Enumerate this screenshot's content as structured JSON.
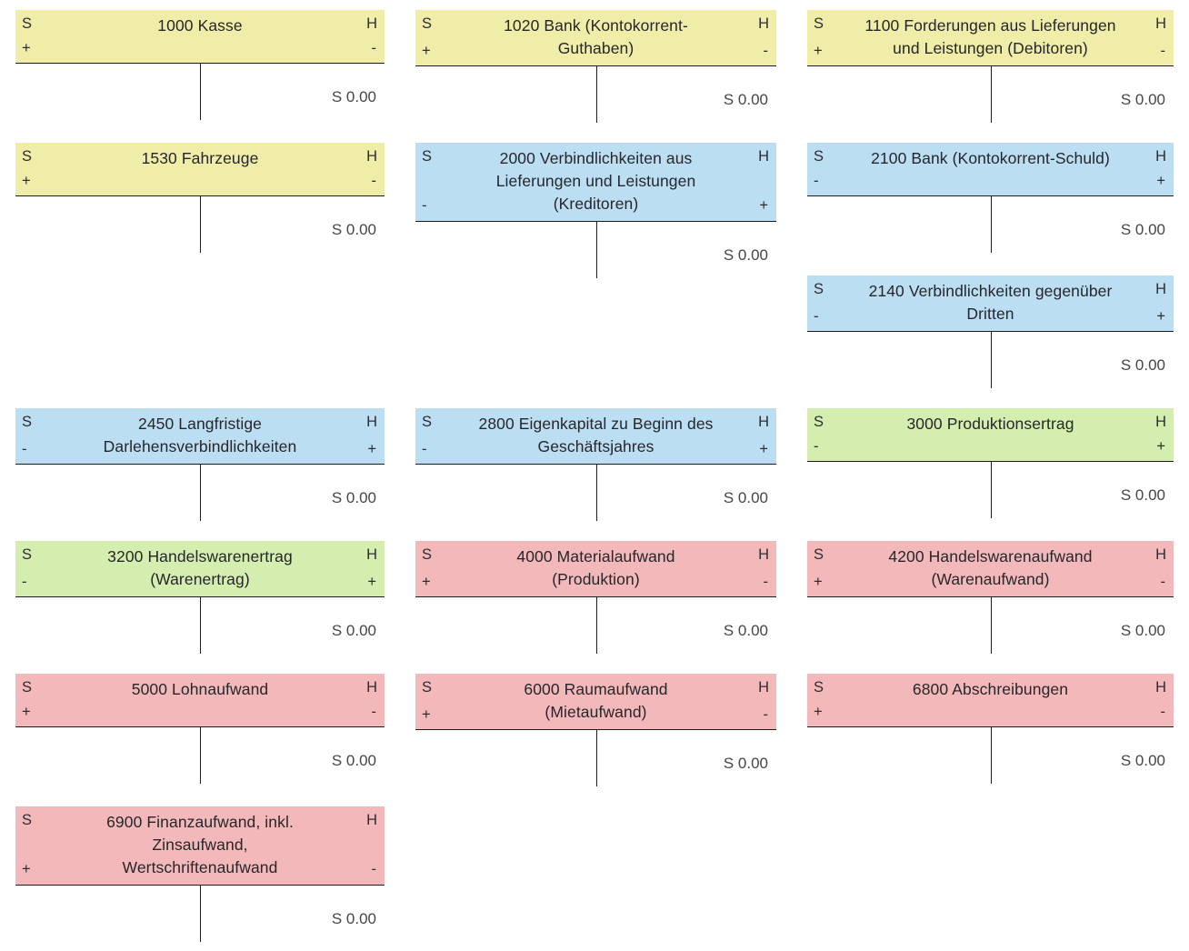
{
  "page": {
    "kind": "t-account-sheet",
    "background": "#ffffff",
    "columns": 3,
    "debit_letter": "S",
    "credit_letter": "H",
    "plus": "+",
    "minus": "-"
  },
  "legend_colors": {
    "asset": "#f0eda8",
    "liability": "#bcdef2",
    "revenue": "#d4eeb0",
    "expense": "#f3b9ba",
    "rule": "#1c1c1c",
    "text": "#26262b",
    "balance_text": "#45454b"
  },
  "accounts": [
    {
      "slot": 0,
      "number": "1000",
      "name": "Kasse",
      "title": "1000 Kasse",
      "type": "asset",
      "color": "#f0eda8",
      "debit_letter": "S",
      "credit_letter": "H",
      "debit_sign": "+",
      "credit_sign": "-",
      "balance_side": "S",
      "balance_amount": "0.00",
      "balance": "S 0.00",
      "lines": 1
    },
    {
      "slot": 1,
      "number": "1020",
      "name": "Bank (Kontokorrent-Guthaben)",
      "title": "1020 Bank (Kontokorrent-\nGuthaben)",
      "type": "asset",
      "color": "#f0eda8",
      "debit_letter": "S",
      "credit_letter": "H",
      "debit_sign": "+",
      "credit_sign": "-",
      "balance_side": "S",
      "balance_amount": "0.00",
      "balance": "S 0.00",
      "lines": 2
    },
    {
      "slot": 2,
      "number": "1100",
      "name": "Forderungen aus Lieferungen und Leistungen (Debitoren)",
      "title": "1100 Forderungen aus Lieferungen\nund Leistungen (Debitoren)",
      "type": "asset",
      "color": "#f0eda8",
      "debit_letter": "S",
      "credit_letter": "H",
      "debit_sign": "+",
      "credit_sign": "-",
      "balance_side": "S",
      "balance_amount": "0.00",
      "balance": "S 0.00",
      "lines": 2
    },
    {
      "slot": 3,
      "number": "1530",
      "name": "Fahrzeuge",
      "title": "1530 Fahrzeuge",
      "type": "asset",
      "color": "#f0eda8",
      "debit_letter": "S",
      "credit_letter": "H",
      "debit_sign": "+",
      "credit_sign": "-",
      "balance_side": "S",
      "balance_amount": "0.00",
      "balance": "S 0.00",
      "lines": 1
    },
    {
      "slot": 4,
      "number": "2000",
      "name": "Verbindlichkeiten aus Lieferungen und Leistungen (Kreditoren)",
      "title": "2000 Verbindlichkeiten aus\nLieferungen und Leistungen\n(Kreditoren)",
      "type": "liability",
      "color": "#bcdef2",
      "debit_letter": "S",
      "credit_letter": "H",
      "debit_sign": "-",
      "credit_sign": "+",
      "balance_side": "S",
      "balance_amount": "0.00",
      "balance": "S 0.00",
      "lines": 3
    },
    {
      "slot": 5,
      "number": "2100",
      "name": "Bank (Kontokorrent-Schuld)",
      "title": "2100 Bank (Kontokorrent-Schuld)",
      "type": "liability",
      "color": "#bcdef2",
      "debit_letter": "S",
      "credit_letter": "H",
      "debit_sign": "-",
      "credit_sign": "+",
      "balance_side": "S",
      "balance_amount": "0.00",
      "balance": "S 0.00",
      "lines": 1
    },
    {
      "slot": 6,
      "number": "",
      "name": "",
      "title": "",
      "type": "empty",
      "color": "",
      "debit_letter": "",
      "credit_letter": "",
      "debit_sign": "",
      "credit_sign": "",
      "balance_side": "",
      "balance_amount": "",
      "balance": "",
      "lines": 0
    },
    {
      "slot": 7,
      "number": "",
      "name": "",
      "title": "",
      "type": "empty",
      "color": "",
      "debit_letter": "",
      "credit_letter": "",
      "debit_sign": "",
      "credit_sign": "",
      "balance_side": "",
      "balance_amount": "",
      "balance": "",
      "lines": 0
    },
    {
      "slot": 8,
      "number": "2140",
      "name": "Verbindlichkeiten gegenüber Dritten",
      "title": "2140 Verbindlichkeiten gegenüber\nDritten",
      "type": "liability",
      "color": "#bcdef2",
      "debit_letter": "S",
      "credit_letter": "H",
      "debit_sign": "-",
      "credit_sign": "+",
      "balance_side": "S",
      "balance_amount": "0.00",
      "balance": "S 0.00",
      "lines": 2
    },
    {
      "slot": 9,
      "number": "2450",
      "name": "Langfristige Darlehensverbindlichkeiten",
      "title": "2450 Langfristige\nDarlehensverbindlichkeiten",
      "type": "liability",
      "color": "#bcdef2",
      "debit_letter": "S",
      "credit_letter": "H",
      "debit_sign": "-",
      "credit_sign": "+",
      "balance_side": "S",
      "balance_amount": "0.00",
      "balance": "S 0.00",
      "lines": 2
    },
    {
      "slot": 10,
      "number": "2800",
      "name": "Eigenkapital zu Beginn des Geschäftsjahres",
      "title": "2800 Eigenkapital zu Beginn des\nGeschäftsjahres",
      "type": "liability",
      "color": "#bcdef2",
      "debit_letter": "S",
      "credit_letter": "H",
      "debit_sign": "-",
      "credit_sign": "+",
      "balance_side": "S",
      "balance_amount": "0.00",
      "balance": "S 0.00",
      "lines": 2
    },
    {
      "slot": 11,
      "number": "3000",
      "name": "Produktionsertrag",
      "title": "3000 Produktionsertrag",
      "type": "revenue",
      "color": "#d4eeb0",
      "debit_letter": "S",
      "credit_letter": "H",
      "debit_sign": "-",
      "credit_sign": "+",
      "balance_side": "S",
      "balance_amount": "0.00",
      "balance": "S 0.00",
      "lines": 1
    },
    {
      "slot": 12,
      "number": "3200",
      "name": "Handelswarenertrag (Warenertrag)",
      "title": "3200 Handelswarenertrag\n(Warenertrag)",
      "type": "revenue",
      "color": "#d4eeb0",
      "debit_letter": "S",
      "credit_letter": "H",
      "debit_sign": "-",
      "credit_sign": "+",
      "balance_side": "S",
      "balance_amount": "0.00",
      "balance": "S 0.00",
      "lines": 2
    },
    {
      "slot": 13,
      "number": "4000",
      "name": "Materialaufwand (Produktion)",
      "title": "4000 Materialaufwand\n(Produktion)",
      "type": "expense",
      "color": "#f3b9ba",
      "debit_letter": "S",
      "credit_letter": "H",
      "debit_sign": "+",
      "credit_sign": "-",
      "balance_side": "S",
      "balance_amount": "0.00",
      "balance": "S 0.00",
      "lines": 2
    },
    {
      "slot": 14,
      "number": "4200",
      "name": "Handelswarenaufwand (Warenaufwand)",
      "title": "4200 Handelswarenaufwand\n(Warenaufwand)",
      "type": "expense",
      "color": "#f3b9ba",
      "debit_letter": "S",
      "credit_letter": "H",
      "debit_sign": "+",
      "credit_sign": "-",
      "balance_side": "S",
      "balance_amount": "0.00",
      "balance": "S 0.00",
      "lines": 2
    },
    {
      "slot": 15,
      "number": "5000",
      "name": "Lohnaufwand",
      "title": "5000 Lohnaufwand",
      "type": "expense",
      "color": "#f3b9ba",
      "debit_letter": "S",
      "credit_letter": "H",
      "debit_sign": "+",
      "credit_sign": "-",
      "balance_side": "S",
      "balance_amount": "0.00",
      "balance": "S 0.00",
      "lines": 1
    },
    {
      "slot": 16,
      "number": "6000",
      "name": "Raumaufwand (Mietaufwand)",
      "title": "6000 Raumaufwand\n(Mietaufwand)",
      "type": "expense",
      "color": "#f3b9ba",
      "debit_letter": "S",
      "credit_letter": "H",
      "debit_sign": "+",
      "credit_sign": "-",
      "balance_side": "S",
      "balance_amount": "0.00",
      "balance": "S 0.00",
      "lines": 2
    },
    {
      "slot": 17,
      "number": "6800",
      "name": "Abschreibungen",
      "title": "6800 Abschreibungen",
      "type": "expense",
      "color": "#f3b9ba",
      "debit_letter": "S",
      "credit_letter": "H",
      "debit_sign": "+",
      "credit_sign": "-",
      "balance_side": "S",
      "balance_amount": "0.00",
      "balance": "S 0.00",
      "lines": 1
    },
    {
      "slot": 18,
      "number": "6900",
      "name": "Finanzaufwand, inkl. Zinsaufwand, Wertschriftenaufwand",
      "title": "6900 Finanzaufwand, inkl.\nZinsaufwand,\nWertschriftenaufwand",
      "type": "expense",
      "color": "#f3b9ba",
      "debit_letter": "S",
      "credit_letter": "H",
      "debit_sign": "+",
      "credit_sign": "-",
      "balance_side": "S",
      "balance_amount": "0.00",
      "balance": "S 0.00",
      "lines": 3
    },
    {
      "slot": 19,
      "number": "",
      "name": "",
      "title": "",
      "type": "empty",
      "color": "",
      "debit_letter": "",
      "credit_letter": "",
      "debit_sign": "",
      "credit_sign": "",
      "balance_side": "",
      "balance_amount": "",
      "balance": "",
      "lines": 0
    },
    {
      "slot": 20,
      "number": "",
      "name": "",
      "title": "",
      "type": "empty",
      "color": "",
      "debit_letter": "",
      "credit_letter": "",
      "debit_sign": "",
      "credit_sign": "",
      "balance_side": "",
      "balance_amount": "",
      "balance": "",
      "lines": 0
    }
  ]
}
